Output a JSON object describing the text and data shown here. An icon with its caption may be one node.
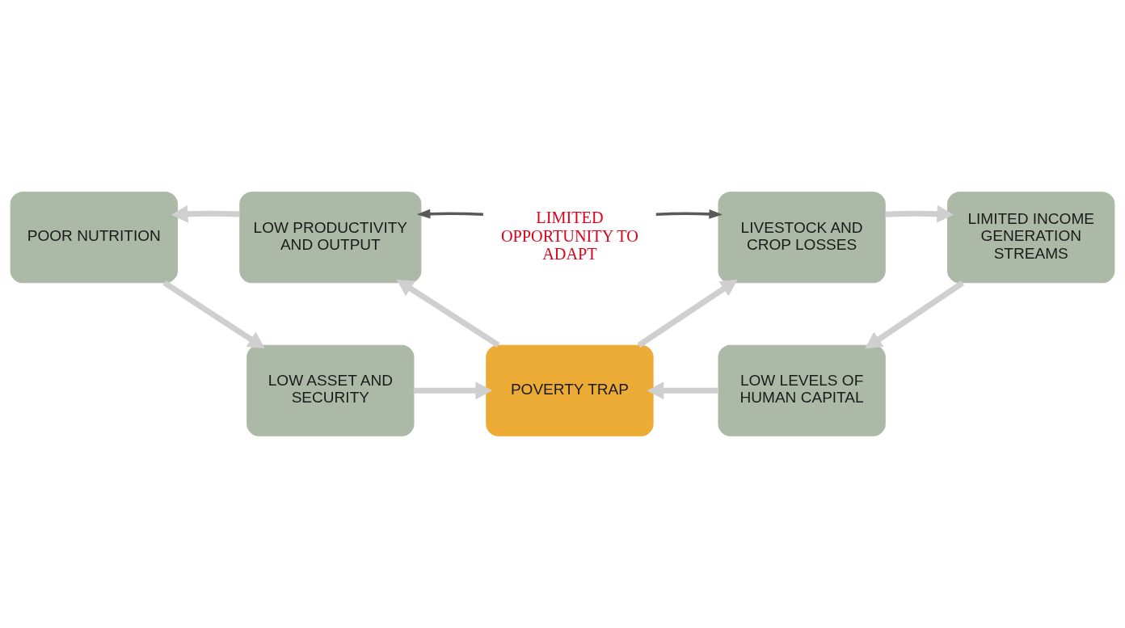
{
  "diagram": {
    "nodes": [
      {
        "text": [
          "LOW PRODUCTIVITY AND OUTPUT"
        ]
      },
      {
        "text": [
          "LIMITED OPPORTUNITY TO ADAPT"
        ]
      },
      {
        "text": [
          "LIVESTOCK AND CROP LOSSES"
        ]
      },
      {
        "text": [
          "POOR NUTRITION"
        ]
      },
      {
        "text": [
          "POVERTY TRAP"
        ]
      },
      {
        "text": [
          "LIMITED INCOME GENERATION STREAMS"
        ]
      },
      {
        "text": [
          "LOW ASSET AND SECURITY"
        ]
      },
      {
        "text": [
          "LOW LEVELS OF HUMAN CAPITAL"
        ]
      }
    ],
    "edges": [
      {
        "from": 4,
        "to": 0,
        "arrow": "to"
      },
      {
        "from": 0,
        "to": 3,
        "arrow": "to"
      },
      {
        "from": 3,
        "to": 6,
        "arrow": "to"
      },
      {
        "from": 6,
        "to": 4,
        "arrow": "to"
      },
      {
        "from": 4,
        "to": 2,
        "arrow": "to"
      },
      {
        "from": 2,
        "to": 5,
        "arrow": "to"
      },
      {
        "from": 5,
        "to": 7,
        "arrow": "to"
      },
      {
        "from": 7,
        "to": 4,
        "arrow": "to"
      },
      {
        "from": 1,
        "to": 0,
        "arrow": "to",
        "color": "#595959"
      },
      {
        "from": 1,
        "to": 2,
        "arrow": "to",
        "color": "#595959"
      }
    ]
  }
}
